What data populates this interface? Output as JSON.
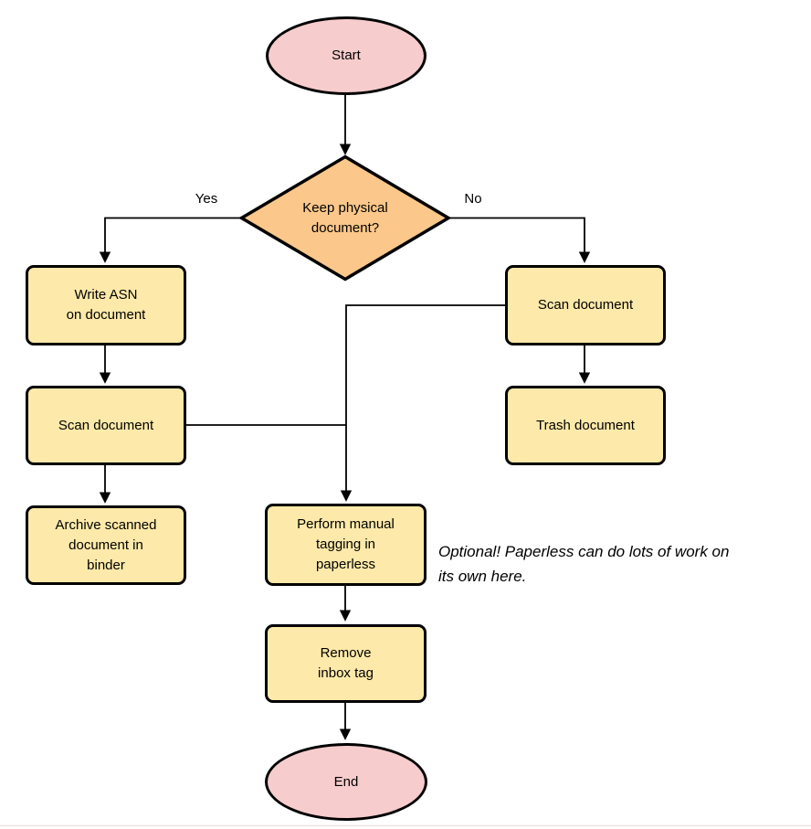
{
  "flowchart": {
    "nodes": {
      "start": "Start",
      "decision": "Keep physical\ndocument?",
      "write_asn": "Write ASN\non document",
      "scan_left": "Scan document",
      "archive": "Archive scanned\ndocument in\nbinder",
      "scan_right": "Scan document",
      "trash": "Trash document",
      "tagging": "Perform manual\ntagging in\npaperless",
      "remove_inbox": "Remove\ninbox tag",
      "end": "End"
    },
    "edge_labels": {
      "yes": "Yes",
      "no": "No"
    },
    "annotation": "Optional! Paperless can do lots of work on\nits own here.",
    "colors": {
      "terminal_fill": "#f7cccd",
      "decision_fill": "#fbc78a",
      "process_fill": "#fde9a9",
      "stroke": "#000000",
      "background": "#ffffff"
    }
  }
}
